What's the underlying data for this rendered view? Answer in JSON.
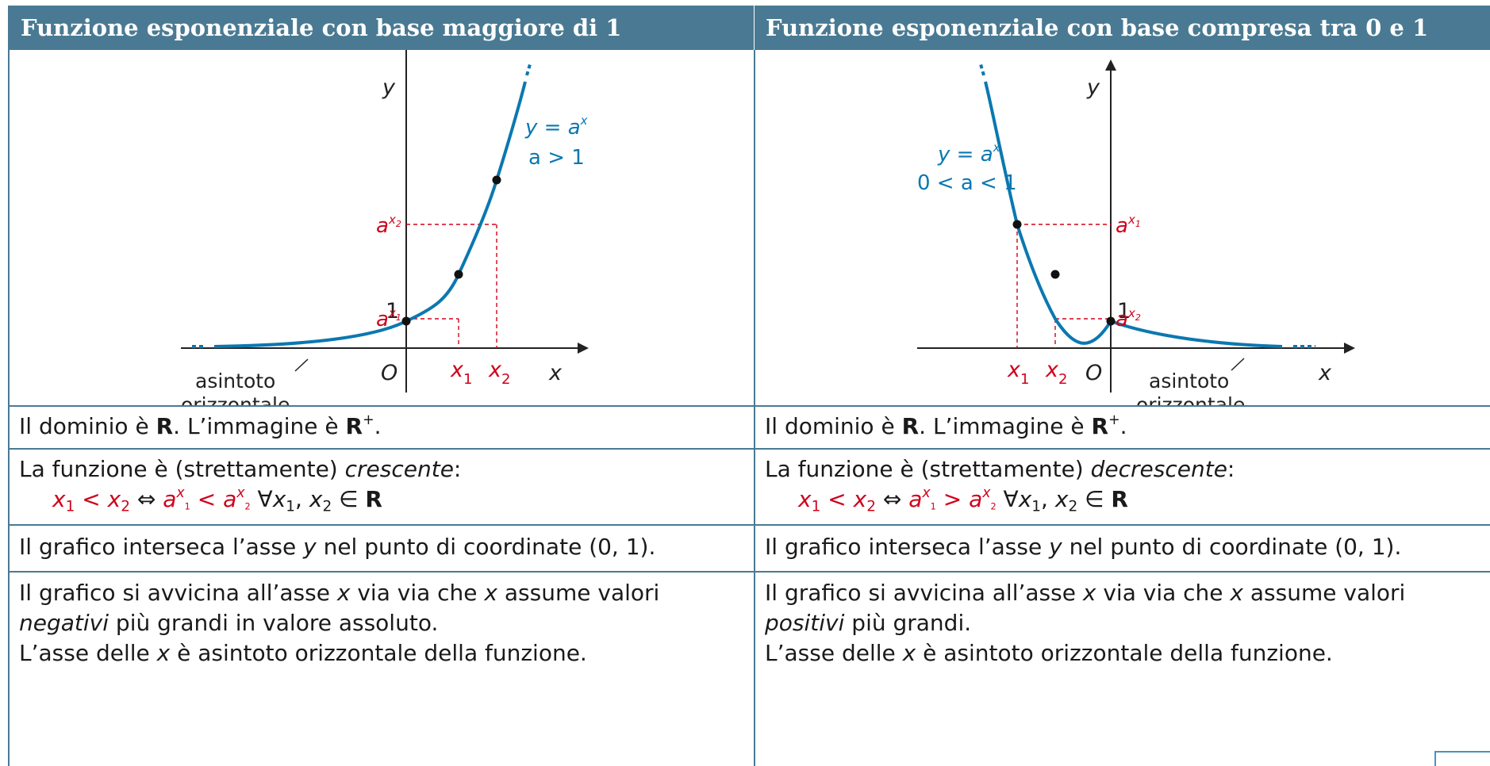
{
  "header": {
    "left_title": "Funzione esponenziale con base maggiore di 1",
    "right_title": "Funzione esponenziale con base compresa tra 0 e 1"
  },
  "graph_left": {
    "y_axis_label": "y",
    "x_axis_label": "x",
    "origin_label": "O",
    "one_label": "1",
    "curve_eq": "y = a",
    "curve_eq_exp": "x",
    "curve_cond": "a > 1",
    "asymptote_line1": "asintoto",
    "asymptote_line2": "orizzontale",
    "x1_base": "x",
    "x1_sub": "1",
    "x2_base": "x",
    "x2_sub": "2",
    "ax1_base": "a",
    "ax1_exp": "x",
    "ax1_sub": "1",
    "ax2_base": "a",
    "ax2_exp": "x",
    "ax2_sub": "2"
  },
  "graph_right": {
    "y_axis_label": "y",
    "x_axis_label": "x",
    "origin_label": "O",
    "one_label": "1",
    "curve_eq": "y = a",
    "curve_eq_exp": "x",
    "curve_cond": "0 < a < 1",
    "asymptote_line1": "asintoto",
    "asymptote_line2": "orizzontale",
    "x1_base": "x",
    "x1_sub": "1",
    "x2_base": "x",
    "x2_sub": "2",
    "ax1_base": "a",
    "ax1_exp": "x",
    "ax1_sub": "1",
    "ax2_base": "a",
    "ax2_exp": "x",
    "ax2_sub": "2"
  },
  "rows": {
    "domain": {
      "left": {
        "t1": "Il dominio è ",
        "b1": "R",
        "t2": ". L’immagine è ",
        "b2": "R",
        "sup": "+",
        "t3": "."
      },
      "right": {
        "t1": "Il dominio è ",
        "b1": "R",
        "t2": ". L’immagine è ",
        "b2": "R",
        "sup": "+",
        "t3": "."
      }
    },
    "monotonic": {
      "left": {
        "line1_a": "La funzione è (strettamente) ",
        "line1_it": "crescente",
        "line1_b": ":",
        "f_x": "x",
        "f_1": "1",
        "f_lt": " < ",
        "f_x2": "x",
        "f_2": "2",
        "f_iff": " ⇔ ",
        "f_a1": "a",
        "f_a1e": "x",
        "f_a1s": "1",
        "f_rel": " < ",
        "f_a2": "a",
        "f_a2e": "x",
        "f_a2s": "2",
        "f_forall": " ∀",
        "f_fx1": "x",
        "f_fx1s": "1",
        "f_comma": ", ",
        "f_fx2": "x",
        "f_fx2s": "2",
        "f_in": " ∈ ",
        "f_R": "R"
      },
      "right": {
        "line1_a": "La funzione è (strettamente) ",
        "line1_it": "decrescente",
        "line1_b": ":",
        "f_x": "x",
        "f_1": "1",
        "f_lt": " < ",
        "f_x2": "x",
        "f_2": "2",
        "f_iff": " ⇔ ",
        "f_a1": "a",
        "f_a1e": "x",
        "f_a1s": "1",
        "f_rel": " > ",
        "f_a2": "a",
        "f_a2e": "x",
        "f_a2s": "2",
        "f_forall": " ∀",
        "f_fx1": "x",
        "f_fx1s": "1",
        "f_comma": ", ",
        "f_fx2": "x",
        "f_fx2s": "2",
        "f_in": " ∈ ",
        "f_R": "R"
      }
    },
    "intersect": {
      "left": {
        "a": "Il grafico interseca l’asse ",
        "y": "y",
        "b": " nel punto di coordinate (0, 1)."
      },
      "right": {
        "a": "Il grafico interseca l’asse ",
        "y": "y",
        "b": " nel punto di coordinate (0, 1)."
      }
    },
    "asymptote": {
      "left": {
        "l1a": "Il grafico si avvicina all’asse ",
        "l1x": "x",
        "l1b": " via via che ",
        "l1x2": "x",
        "l1c": " assume valori",
        "l2it": "negativi",
        "l2b": " più grandi in valore assoluto.",
        "l3a": "L’asse delle ",
        "l3x": "x",
        "l3b": " è asintoto orizzontale della funzione."
      },
      "right": {
        "l1a": "Il grafico si avvicina all’asse ",
        "l1x": "x",
        "l1b": " via via che ",
        "l1x2": "x",
        "l1c": " assume valori",
        "l2it": "positivi",
        "l2b": " più grandi.",
        "l3a": "L’asse delle ",
        "l3x": "x",
        "l3b": " è asintoto orizzontale della funzione."
      }
    }
  },
  "colors": {
    "header_bg": "#4a7a93",
    "curve": "#0b78b0",
    "highlight": "#d0021b",
    "border": "#4a7a93"
  }
}
